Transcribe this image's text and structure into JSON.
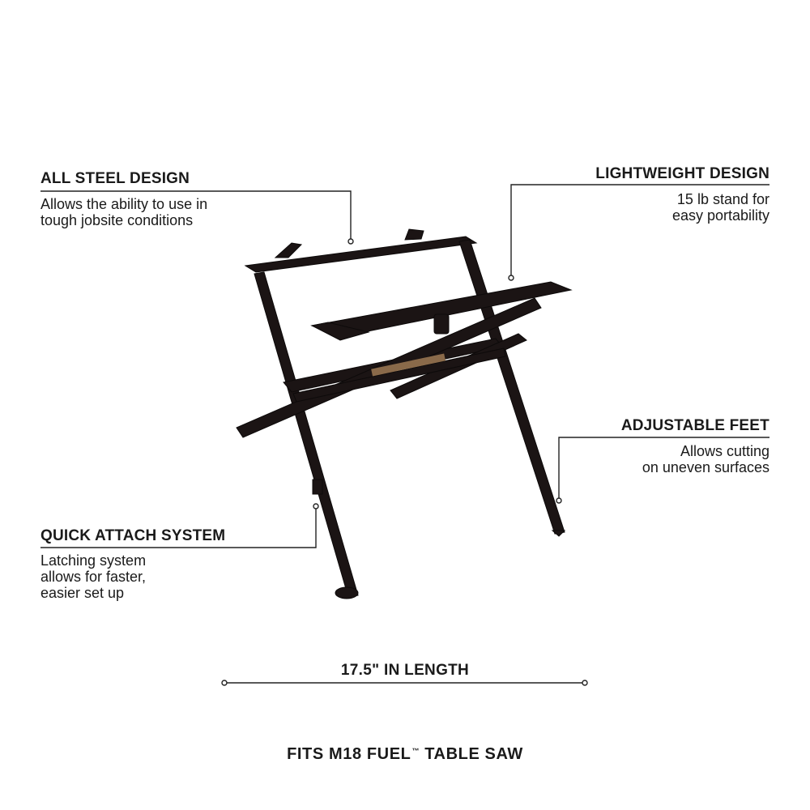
{
  "callouts": {
    "steel": {
      "title": "ALL STEEL DESIGN",
      "lines": [
        "Allows the ability to use in",
        "tough jobsite conditions"
      ]
    },
    "lightweight": {
      "title": "LIGHTWEIGHT DESIGN",
      "lines": [
        "15 lb stand for",
        "easy portability"
      ]
    },
    "feet": {
      "title": "ADJUSTABLE FEET",
      "lines": [
        "Allows cutting",
        "on uneven surfaces"
      ]
    },
    "attach": {
      "title": "QUICK ATTACH SYSTEM",
      "lines": [
        "Latching system",
        "allows for faster,",
        "easier set up"
      ]
    }
  },
  "length": {
    "label": "17.5\" IN LENGTH"
  },
  "footer": {
    "main": "FITS M18 FUEL",
    "tm": "™",
    "rest": " TABLE SAW"
  },
  "colors": {
    "text": "#1a1a1a",
    "stand": "#1b1414",
    "line": "#222222"
  }
}
